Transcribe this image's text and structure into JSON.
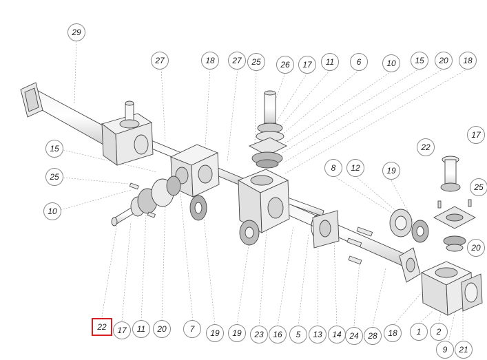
{
  "diagram": {
    "callouts": [
      {
        "id": "c-29",
        "label": "29"
      },
      {
        "id": "c-27a",
        "label": "27"
      },
      {
        "id": "c-18a",
        "label": "18"
      },
      {
        "id": "c-27b",
        "label": "27"
      },
      {
        "id": "c-25a",
        "label": "25"
      },
      {
        "id": "c-26",
        "label": "26"
      },
      {
        "id": "c-17a",
        "label": "17"
      },
      {
        "id": "c-11a",
        "label": "11"
      },
      {
        "id": "c-6",
        "label": "6"
      },
      {
        "id": "c-10a",
        "label": "10"
      },
      {
        "id": "c-15a",
        "label": "15"
      },
      {
        "id": "c-20a",
        "label": "20"
      },
      {
        "id": "c-18b",
        "label": "18"
      },
      {
        "id": "c-15b",
        "label": "15"
      },
      {
        "id": "c-25b",
        "label": "25"
      },
      {
        "id": "c-10b",
        "label": "10"
      },
      {
        "id": "c-8",
        "label": "8"
      },
      {
        "id": "c-12",
        "label": "12"
      },
      {
        "id": "c-19a",
        "label": "19"
      },
      {
        "id": "c-22a",
        "label": "22"
      },
      {
        "id": "c-17b",
        "label": "17"
      },
      {
        "id": "c-25c",
        "label": "25"
      },
      {
        "id": "c-20b",
        "label": "20"
      },
      {
        "id": "c-22b",
        "label": "22",
        "selected": true
      },
      {
        "id": "c-17c",
        "label": "17"
      },
      {
        "id": "c-11b",
        "label": "11"
      },
      {
        "id": "c-20c",
        "label": "20"
      },
      {
        "id": "c-7",
        "label": "7"
      },
      {
        "id": "c-19b",
        "label": "19"
      },
      {
        "id": "c-19c",
        "label": "19"
      },
      {
        "id": "c-23",
        "label": "23"
      },
      {
        "id": "c-16",
        "label": "16"
      },
      {
        "id": "c-5",
        "label": "5"
      },
      {
        "id": "c-13",
        "label": "13"
      },
      {
        "id": "c-14",
        "label": "14"
      },
      {
        "id": "c-24",
        "label": "24"
      },
      {
        "id": "c-28",
        "label": "28"
      },
      {
        "id": "c-18c",
        "label": "18"
      },
      {
        "id": "c-1",
        "label": "1"
      },
      {
        "id": "c-2",
        "label": "2"
      },
      {
        "id": "c-9",
        "label": "9"
      },
      {
        "id": "c-21",
        "label": "21"
      }
    ],
    "selection_color": "#d81e1e"
  }
}
